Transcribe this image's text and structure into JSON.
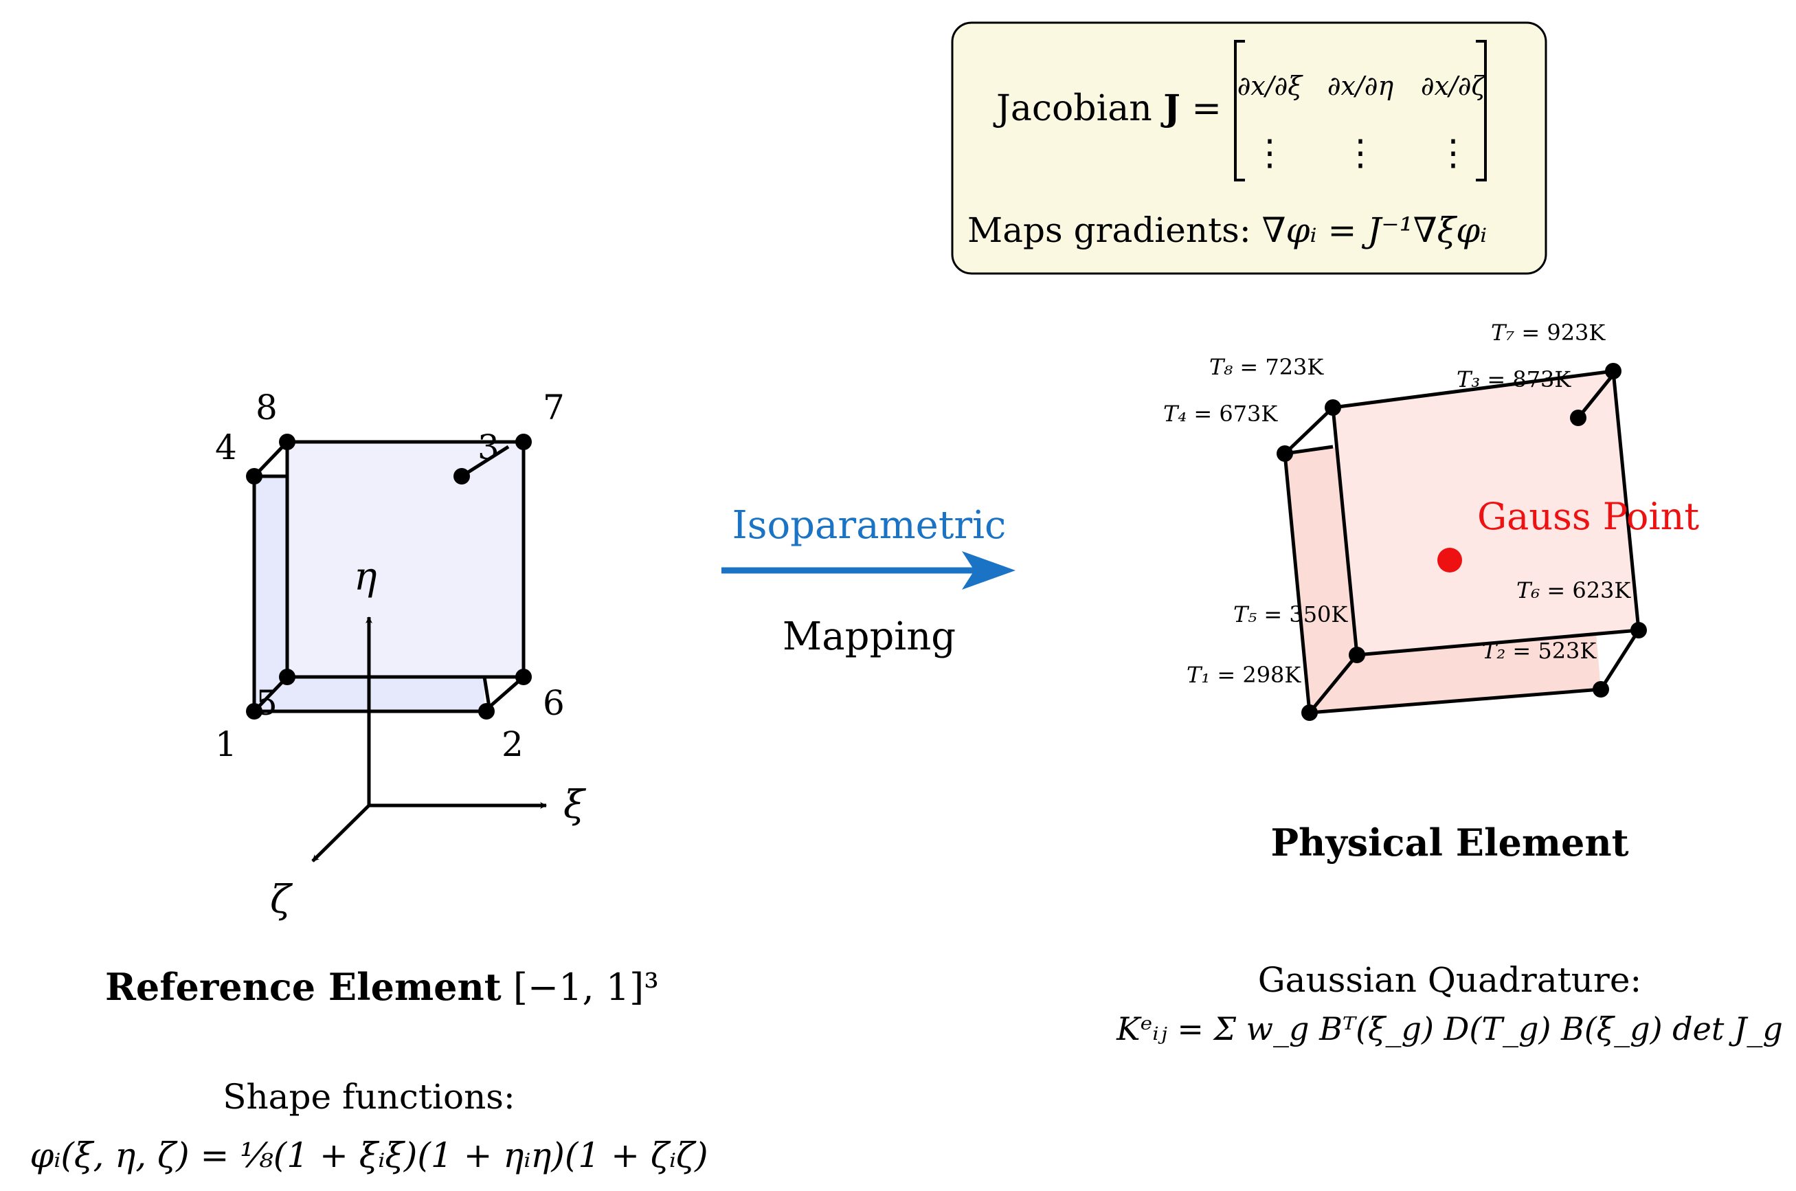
{
  "jacobian_box": {
    "label": "Jacobian",
    "symbol": "J",
    "equals": "=",
    "matrix_row1": [
      "∂x/∂ξ",
      "∂x/∂η",
      "∂x/∂ζ"
    ],
    "matrix_row2": [
      "⋮",
      "⋮",
      "⋮"
    ],
    "gradient_text": "Maps gradients:",
    "gradient_formula": "∇φᵢ = J⁻¹∇ξφᵢ",
    "background_color": "#fbf8e1"
  },
  "reference_element": {
    "node_labels": [
      "1",
      "2",
      "3",
      "4",
      "5",
      "6",
      "7",
      "8"
    ],
    "axes": {
      "xi": "ξ",
      "eta": "η",
      "zeta": "ζ"
    },
    "title": "Reference Element",
    "domain": "[−1, 1]³",
    "shape_functions_label": "Shape functions:",
    "shape_function_formula": "φᵢ(ξ, η, ζ) = ⅛(1 + ξᵢξ)(1 + ηᵢη)(1 + ζᵢζ)",
    "fill_color": "#e6e8fb"
  },
  "mapping": {
    "top_label": "Isoparametric",
    "bottom_label": "Mapping",
    "arrow_color": "#1a73c4"
  },
  "physical_element": {
    "temperatures": [
      {
        "node": "T₁",
        "value": "298K"
      },
      {
        "node": "T₂",
        "value": "523K"
      },
      {
        "node": "T₃",
        "value": "873K"
      },
      {
        "node": "T₄",
        "value": "673K"
      },
      {
        "node": "T₅",
        "value": "350K"
      },
      {
        "node": "T₆",
        "value": "623K"
      },
      {
        "node": "T₇",
        "value": "923K"
      },
      {
        "node": "T₈",
        "value": "723K"
      }
    ],
    "gauss_point_label": "Gauss Point",
    "gauss_color": "#ee1111",
    "title": "Physical Element",
    "quadrature_label": "Gaussian Quadrature:",
    "quadrature_formula": "Kᵉᵢⱼ = Σ w_g Bᵀ(ξ_g) D(T_g) B(ξ_g) det J_g",
    "fill_color": "#fbe3df"
  }
}
